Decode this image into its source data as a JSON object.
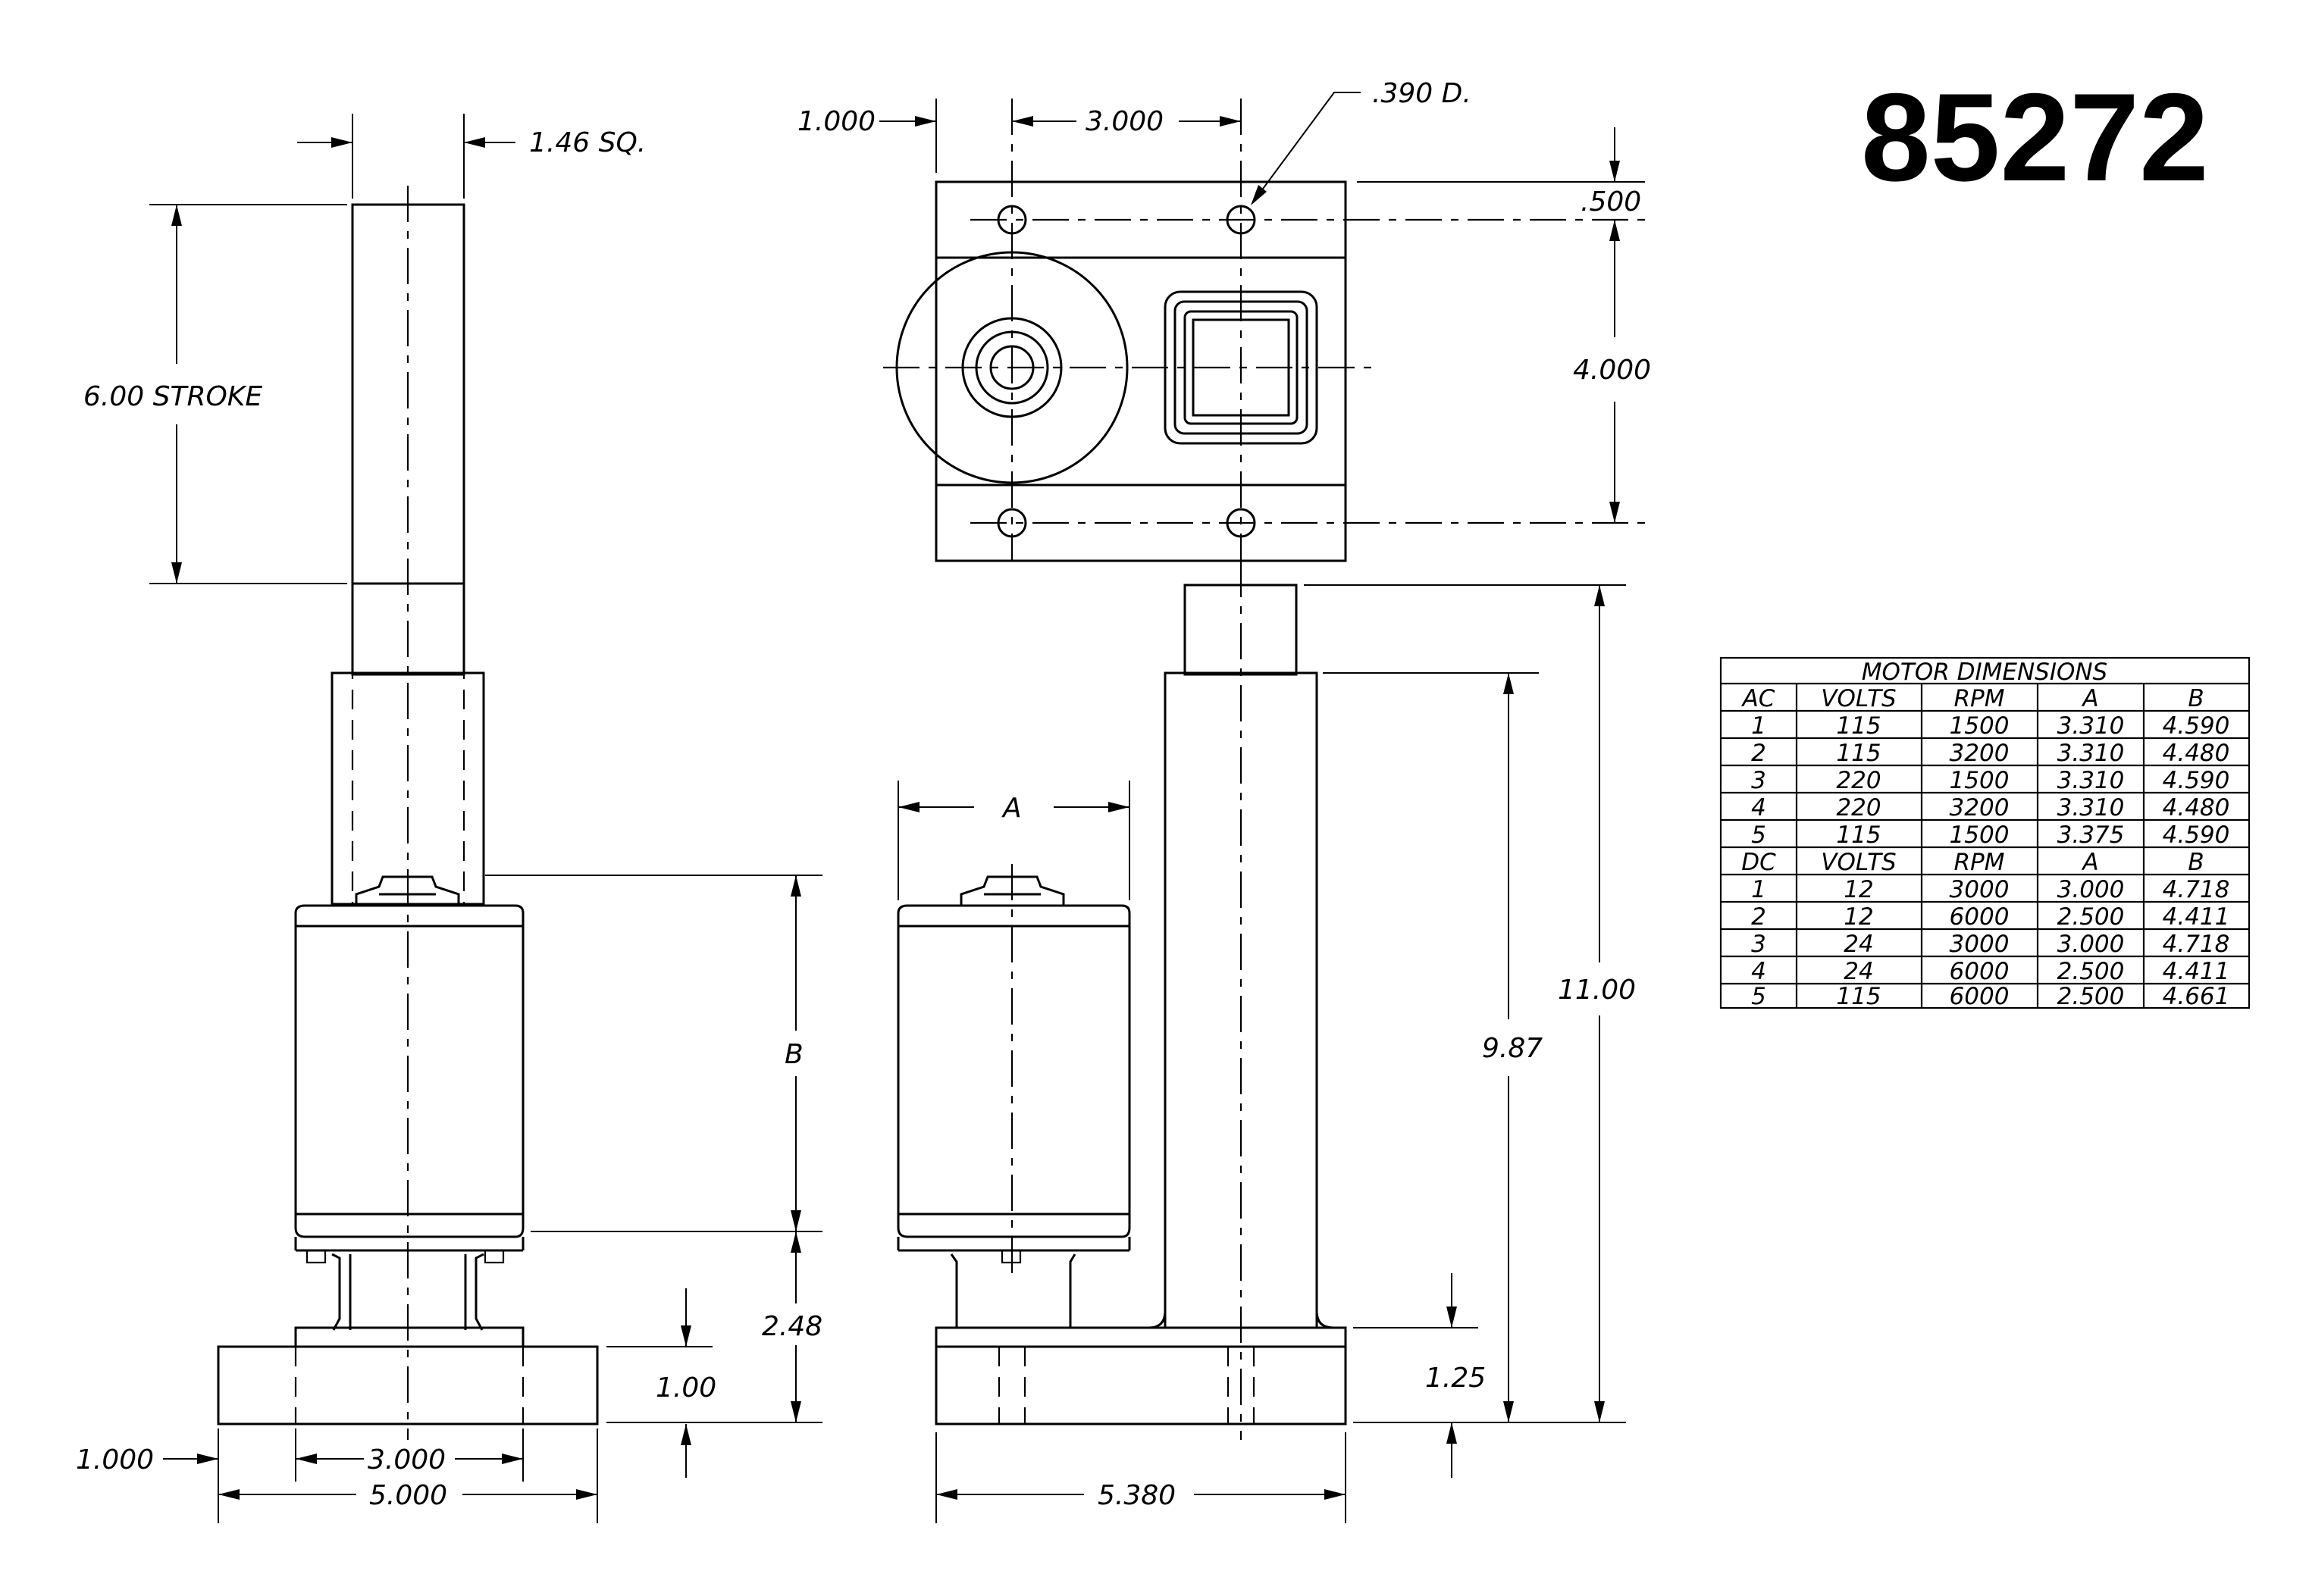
{
  "part_number": "85272",
  "dimensions": {
    "top_square": "1.46  SQ.",
    "stroke": "6.00  STROKE",
    "top_offset": "1.000",
    "top_hole_spacing": "3.000",
    "hole_dia": ".390  D.",
    "edge_offset": ".500",
    "hole_vertical": "4.000",
    "motor_a": "A",
    "motor_b": "B",
    "motor_to_base": "2.48",
    "base_height": "1.00",
    "base_hole_spacing": "3.000",
    "base_offset": "1.000",
    "base_width": "5.000",
    "side_base_width": "5.380",
    "overall_height": "11.00",
    "tube_height": "9.87",
    "side_base_height": "1.25"
  },
  "motor_table": {
    "title": "MOTOR  DIMENSIONS",
    "ac_header": [
      "AC",
      "VOLTS",
      "RPM",
      "A",
      "B"
    ],
    "ac_rows": [
      [
        "1",
        "115",
        "1500",
        "3.310",
        "4.590"
      ],
      [
        "2",
        "115",
        "3200",
        "3.310",
        "4.480"
      ],
      [
        "3",
        "220",
        "1500",
        "3.310",
        "4.590"
      ],
      [
        "4",
        "220",
        "3200",
        "3.310",
        "4.480"
      ],
      [
        "5",
        "115",
        "1500",
        "3.375",
        "4.590"
      ]
    ],
    "dc_header": [
      "DC",
      "VOLTS",
      "RPM",
      "A",
      "B"
    ],
    "dc_rows": [
      [
        "1",
        "12",
        "3000",
        "3.000",
        "4.718"
      ],
      [
        "2",
        "12",
        "6000",
        "2.500",
        "4.411"
      ],
      [
        "3",
        "24",
        "3000",
        "3.000",
        "4.718"
      ],
      [
        "4",
        "24",
        "6000",
        "2.500",
        "4.411"
      ],
      [
        "5",
        "115",
        "6000",
        "2.500",
        "4.661"
      ]
    ]
  }
}
